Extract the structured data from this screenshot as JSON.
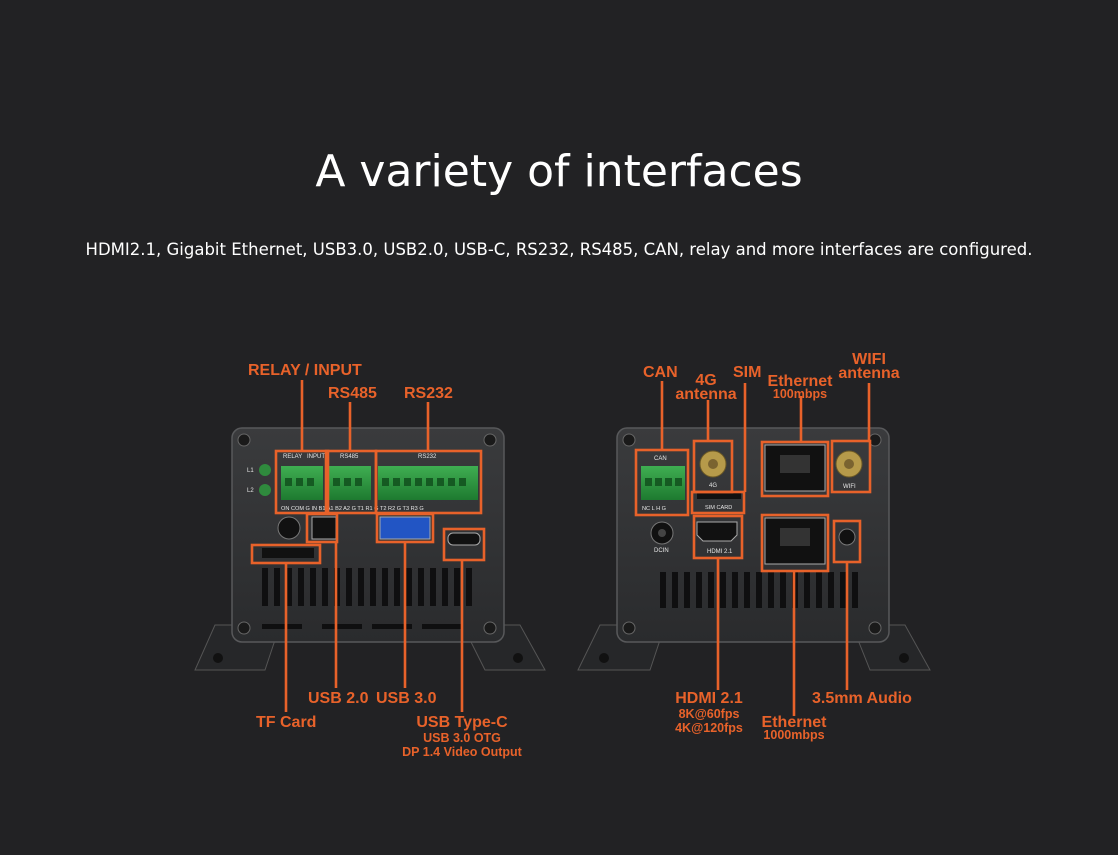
{
  "title": "A variety of interfaces",
  "subtitle": "HDMI2.1, Gigabit Ethernet, USB3.0, USB2.0, USB-C, RS232, RS485, CAN, relay and more interfaces are configured.",
  "accent_color": "#e8622a",
  "left_device": {
    "top_labels": {
      "relay_input": "RELAY / INPUT",
      "rs485": "RS485",
      "rs232": "RS232"
    },
    "bottom_labels": {
      "tf_card": "TF Card",
      "usb2": "USB 2.0",
      "usb3": "USB 3.0",
      "usb_c": "USB Type-C",
      "usb_c_sub1": "USB 3.0 OTG",
      "usb_c_sub2": "DP 1.4 Video Output"
    },
    "silkscreen": {
      "relay": "RELAY",
      "input": "INPUT",
      "rs485": "RS485",
      "rs232": "RS232",
      "l1": "L1",
      "l2": "L2",
      "pins": "ON COM G IN B1 A1 B2 A2 G T1 R1 G T2 R2 G T3 R3 G"
    }
  },
  "right_device": {
    "top_labels": {
      "can": "CAN",
      "antenna_4g": "4G",
      "antenna_4g_sub": "antenna",
      "sim": "SIM",
      "ethernet_top": "Ethernet",
      "ethernet_top_sub": "100mbps",
      "wifi": "WIFI",
      "wifi_sub": "antenna"
    },
    "bottom_labels": {
      "hdmi": "HDMI 2.1",
      "hdmi_sub1": "8K@60fps",
      "hdmi_sub2": "4K@120fps",
      "ethernet_bottom": "Ethernet",
      "ethernet_bottom_sub": "1000mbps",
      "audio": "3.5mm Audio"
    },
    "silkscreen": {
      "can": "CAN",
      "can_pins": "NC L H G",
      "fourg": "4G",
      "sim_card": "SIM CARD",
      "dcin": "DCIN",
      "hdmi": "HDMI 2.1",
      "wifi": "WIFI"
    }
  }
}
